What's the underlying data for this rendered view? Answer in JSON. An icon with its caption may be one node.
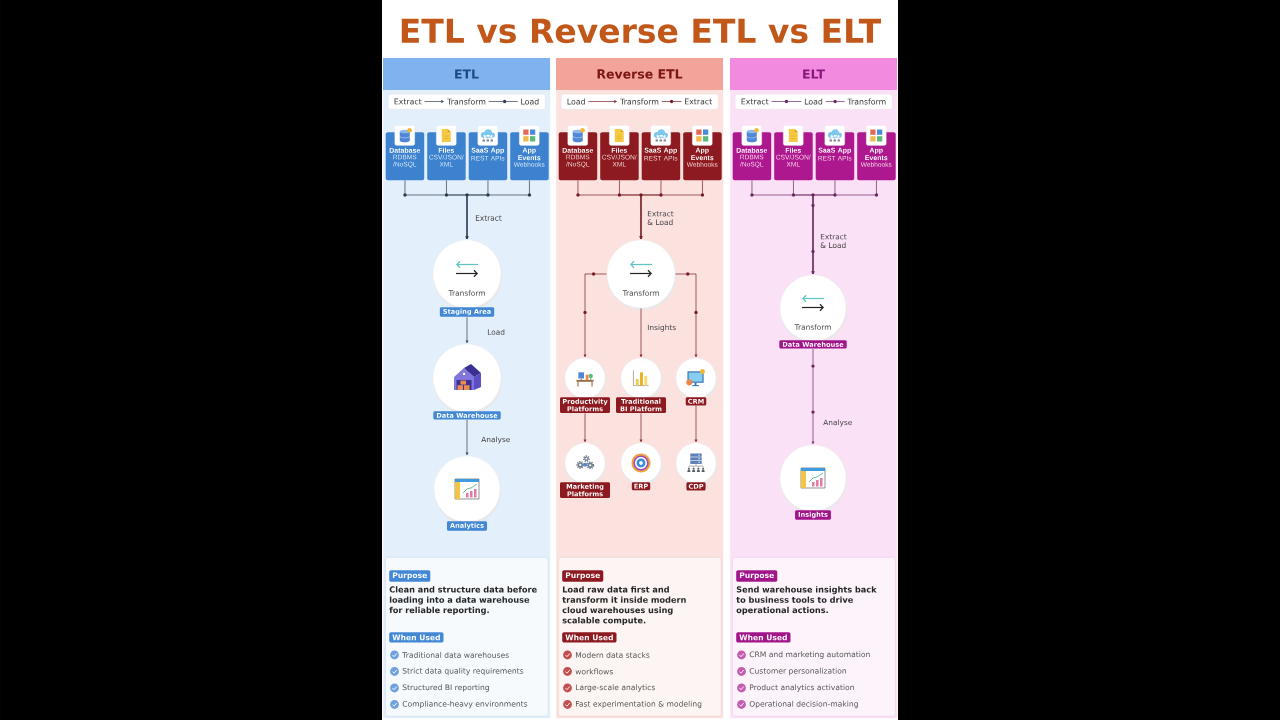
{
  "diagram": {
    "title": "ETL vs Reverse ETL vs ELT",
    "nodes": [
      {
        "text": [
          "ETL"
        ]
      },
      {
        "text": [],
        "shape": "box",
        "in": 0
      },
      {
        "text": [
          "Extract"
        ],
        "in": 1
      },
      {
        "text": [
          "Transform"
        ],
        "in": 1
      },
      {
        "text": [
          "Load"
        ],
        "in": 1
      },
      {
        "text": [
          "Database",
          "RDBMS /NoSQL"
        ],
        "in": 0
      },
      {
        "text": [
          "Files",
          "CSV/JSON/ XML"
        ],
        "in": 0
      },
      {
        "text": [
          "SaaS App",
          "REST APIs"
        ],
        "in": 0
      },
      {
        "text": [
          "App Events",
          "Webhooks"
        ],
        "in": 0
      },
      {
        "text": [
          "Transform",
          "Staging Area"
        ],
        "in": 0
      },
      {
        "text": [
          "Data Warehouse"
        ],
        "in": 0
      },
      {
        "text": [
          "Analytics"
        ],
        "in": 0
      },
      {
        "text": [
          "Clean and structure data before loading into a data warehouse for reliable reporting.",
          "Traditional data warehouses",
          "Strict data quality requirements",
          "Structured BI reporting",
          "Compliance-heavy environments"
        ],
        "in": 0
      },
      {
        "text": [
          "Purpose"
        ],
        "in": 12
      },
      {
        "text": [
          "When Used"
        ],
        "in": 12
      },
      {
        "text": [
          "Reverse ETL"
        ]
      },
      {
        "text": [],
        "shape": "box",
        "in": 15
      },
      {
        "text": [
          "Load"
        ],
        "in": 16
      },
      {
        "text": [
          "Transform"
        ],
        "in": 16
      },
      {
        "text": [
          "Extract"
        ],
        "in": 16
      },
      {
        "text": [
          "Database",
          "RDBMS /NoSQL"
        ],
        "in": 15
      },
      {
        "text": [
          "Files",
          "CSV/JSON/ XML"
        ],
        "in": 15
      },
      {
        "text": [
          "SaaS App",
          "REST APIs"
        ],
        "in": 15
      },
      {
        "text": [
          "App Events",
          "Webhooks"
        ],
        "in": 15
      },
      {
        "text": [
          "Transform"
        ],
        "in": 15
      },
      {
        "text": [
          "Productivity Platforms"
        ],
        "in": 15
      },
      {
        "text": [
          "Traditional BI Platform"
        ],
        "in": 15
      },
      {
        "text": [
          "CRM"
        ],
        "in": 15
      },
      {
        "text": [
          "Marketing Platforms"
        ],
        "in": 15
      },
      {
        "text": [
          "ERP"
        ],
        "in": 15
      },
      {
        "text": [
          "CDP"
        ],
        "in": 15
      },
      {
        "text": [
          "Load raw data first and transform it inside modern cloud warehouses using scalable compute.",
          "Modern data stacks",
          "workflows",
          "Large-scale analytics",
          "Fast experimentation & modeling"
        ],
        "in": 15
      },
      {
        "text": [
          "Purpose"
        ],
        "in": 31
      },
      {
        "text": [
          "When Used"
        ],
        "in": 31
      },
      {
        "text": [
          "ELT"
        ]
      },
      {
        "text": [],
        "shape": "box",
        "in": 34
      },
      {
        "text": [
          "Extract"
        ],
        "in": 35
      },
      {
        "text": [
          "Load"
        ],
        "in": 35
      },
      {
        "text": [
          "Transform"
        ],
        "in": 35
      },
      {
        "text": [
          "Database",
          "RDBMS /NoSQL"
        ],
        "in": 34
      },
      {
        "text": [
          "Files",
          "CSV/JSON/ XML"
        ],
        "in": 34
      },
      {
        "text": [
          "SaaS App",
          "REST APIs"
        ],
        "in": 34
      },
      {
        "text": [
          "App Events",
          "Webhooks"
        ],
        "in": 34
      },
      {
        "text": [
          "Transform",
          "Data Warehouse"
        ],
        "in": 34
      },
      {
        "text": [
          "Insights"
        ],
        "in": 34
      },
      {
        "text": [
          "Send warehouse insights back to business tools to drive operational actions.",
          "CRM and marketing automation",
          "Customer personalization",
          "Product analytics activation",
          "Operational decision-making"
        ],
        "in": 34
      },
      {
        "text": [
          "Purpose"
        ],
        "in": 45
      },
      {
        "text": [
          "When Used"
        ],
        "in": 45
      }
    ],
    "edges": [
      {
        "from": 2,
        "to": 3,
        "arrow": "to",
        "color": "#2e3d52"
      },
      {
        "from": 3,
        "to": 4,
        "arrow": "none",
        "color": "#2e3d52"
      },
      {
        "from": 5,
        "to": 9,
        "arrow": "to",
        "label": "Extract",
        "color": "#2e3d52"
      },
      {
        "from": 6,
        "to": 9,
        "arrow": "to",
        "color": "#2e3d52"
      },
      {
        "from": 7,
        "to": 9,
        "arrow": "to",
        "color": "#2e3d52"
      },
      {
        "from": 8,
        "to": 9,
        "arrow": "to",
        "color": "#2e3d52"
      },
      {
        "from": 9,
        "to": 10,
        "arrow": "to",
        "label": "Load",
        "color": "#2e3d52"
      },
      {
        "from": 10,
        "to": 11,
        "arrow": "to",
        "label": "Analyse",
        "color": "#2e3d52"
      },
      {
        "from": 17,
        "to": 18,
        "arrow": "to"
      },
      {
        "from": 18,
        "to": 19,
        "arrow": "none"
      },
      {
        "from": 20,
        "to": 24,
        "arrow": "to",
        "label": "Extract & Load"
      },
      {
        "from": 21,
        "to": 24,
        "arrow": "to"
      },
      {
        "from": 22,
        "to": 24,
        "arrow": "to"
      },
      {
        "from": 23,
        "to": 24,
        "arrow": "to"
      },
      {
        "from": 24,
        "to": 25,
        "arrow": "to"
      },
      {
        "from": 24,
        "to": 26,
        "arrow": "to",
        "label": "Insights"
      },
      {
        "from": 24,
        "to": 27,
        "arrow": "to"
      },
      {
        "from": 25,
        "to": 28,
        "arrow": "to"
      },
      {
        "from": 26,
        "to": 29,
        "arrow": "to"
      },
      {
        "from": 27,
        "to": 30,
        "arrow": "to"
      },
      {
        "from": 36,
        "to": 37,
        "arrow": "none",
        "color": "#6a2a60"
      },
      {
        "from": 37,
        "to": 38,
        "arrow": "none",
        "color": "#6a2a60"
      },
      {
        "from": 39,
        "to": 43,
        "arrow": "to",
        "label": "Extract & Load",
        "color": "#6a2a60"
      },
      {
        "from": 40,
        "to": 43,
        "arrow": "to",
        "color": "#6a2a60"
      },
      {
        "from": 41,
        "to": 43,
        "arrow": "to",
        "color": "#6a2a60"
      },
      {
        "from": 42,
        "to": 43,
        "arrow": "to",
        "color": "#6a2a60"
      },
      {
        "from": 43,
        "to": 44,
        "arrow": "to",
        "label": "Analyse",
        "color": "#6a2a60"
      }
    ]
  }
}
